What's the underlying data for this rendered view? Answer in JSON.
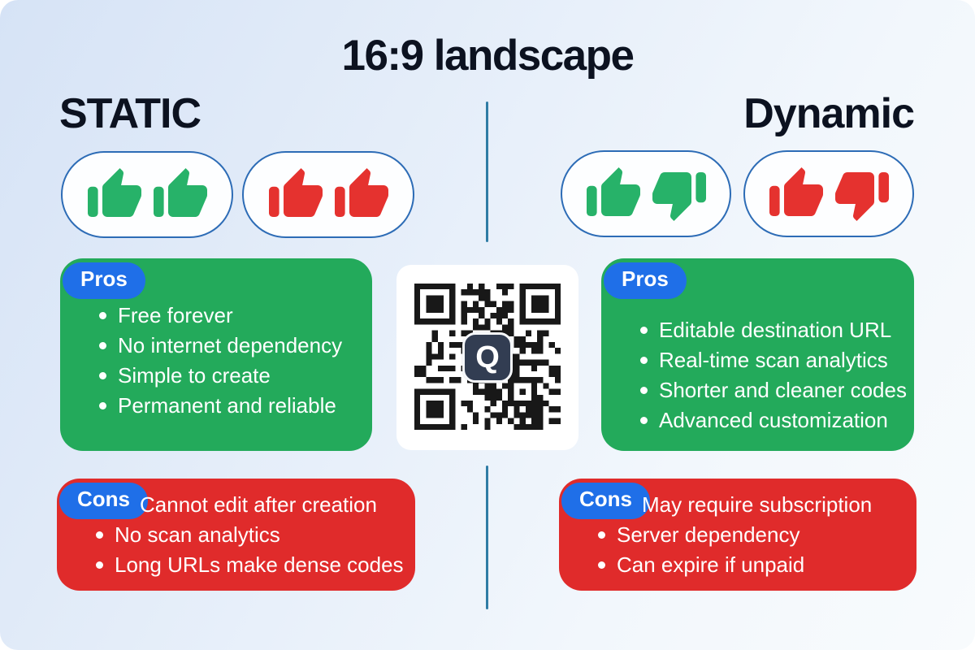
{
  "title": "16:9 landscape",
  "columns": {
    "left": {
      "heading": "STATIC",
      "ratings": [
        {
          "color_name": "green",
          "thumbs": [
            "up",
            "up"
          ]
        },
        {
          "color_name": "red",
          "thumbs": [
            "up",
            "up"
          ]
        }
      ],
      "pros": {
        "badge": "Pros",
        "items": [
          "Free forever",
          "No internet dependency",
          "Simple to create",
          "Permanent and reliable"
        ]
      },
      "cons": {
        "badge": "Cons",
        "lead": "Cannot edit after creation",
        "items": [
          "No scan analytics",
          "Long URLs make dense codes"
        ]
      }
    },
    "right": {
      "heading": "Dynamic",
      "ratings": [
        {
          "color_name": "green",
          "thumbs": [
            "up",
            "down"
          ]
        },
        {
          "color_name": "red",
          "thumbs": [
            "up",
            "down"
          ]
        }
      ],
      "pros": {
        "badge": "Pros",
        "items": [
          "Editable destination URL",
          "Real-time scan analytics",
          "Shorter and cleaner codes",
          "Advanced customization"
        ]
      },
      "cons": {
        "badge": "Cons",
        "lead": "May require subscription",
        "items": [
          "Server dependency",
          "Can expire if unpaid"
        ]
      }
    }
  },
  "qr": {
    "logo_letter": "Q"
  },
  "colors": {
    "pros_box": "#23aa5b",
    "cons_box": "#e02b2b",
    "badge": "#1f6fe8",
    "thumb_green": "#27b269",
    "thumb_red": "#e5322f",
    "pill_border": "#2d6cb6",
    "divider": "#2f7ca5",
    "qr_dark": "#181818",
    "qr_logo_bg": "#323d52"
  }
}
